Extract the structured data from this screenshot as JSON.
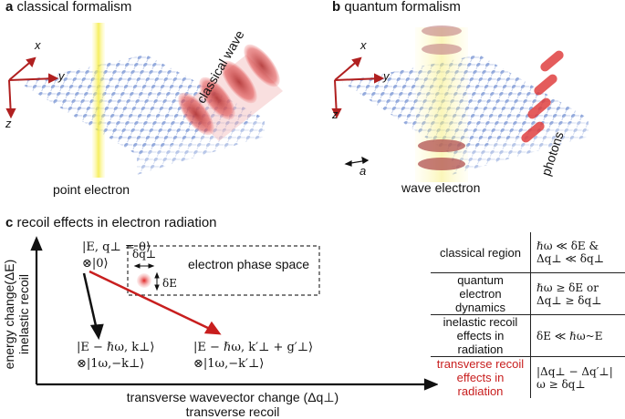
{
  "panel_a": {
    "letter": "a",
    "title": "classical formalism",
    "axis_x": "x",
    "axis_y": "y",
    "axis_z": "z",
    "wave_label": "classical wave",
    "electron_label": "point electron"
  },
  "panel_b": {
    "letter": "b",
    "title": "quantum formalism",
    "axis_x": "x",
    "axis_y": "y",
    "axis_z": "z",
    "lattice_label": "a",
    "photons_label": "photons",
    "electron_label": "wave electron"
  },
  "panel_c": {
    "letter": "c",
    "title": "recoil effects in electron radiation",
    "y_axis_label": "energy change(ΔE)",
    "y_axis_sub": "inelastic recoil",
    "x_axis_label": "transverse wavevector change (Δq⊥)",
    "x_axis_sub": "transverse recoil",
    "initial_state_1": "|E, q⊥ = 0⟩",
    "initial_state_2": "⊗|0⟩",
    "phase_space_dq": "δq⊥",
    "phase_space_dE": "δE",
    "phase_space_label": "electron phase space",
    "final_state_a_1": "|E − ℏω, k⊥⟩",
    "final_state_a_2": "⊗|1ω,−k⊥⟩",
    "final_state_b_1": "|E − ℏω, k′⊥ + g′⊥⟩",
    "final_state_b_2": "⊗|1ω,−k′⊥⟩",
    "colors": {
      "arrow_black": "#111111",
      "arrow_red": "#c81e1e",
      "electron": "#e03030",
      "lattice": "#7f9ad6"
    }
  },
  "table": [
    {
      "region": "classical region",
      "condition": "ℏω ≪ δE  &  Δq⊥ ≪ δq⊥"
    },
    {
      "region": "quantum electron dynamics",
      "condition": "ℏω ≥ δE or Δq⊥ ≥ δq⊥"
    },
    {
      "region": "inelastic recoil effects in radiation",
      "condition": "δE ≪ ℏω~E"
    },
    {
      "region": "transverse recoil effects in radiation",
      "condition": "|Δq⊥ − Δq′⊥|ω ≥ δq⊥",
      "highlight": true
    }
  ]
}
